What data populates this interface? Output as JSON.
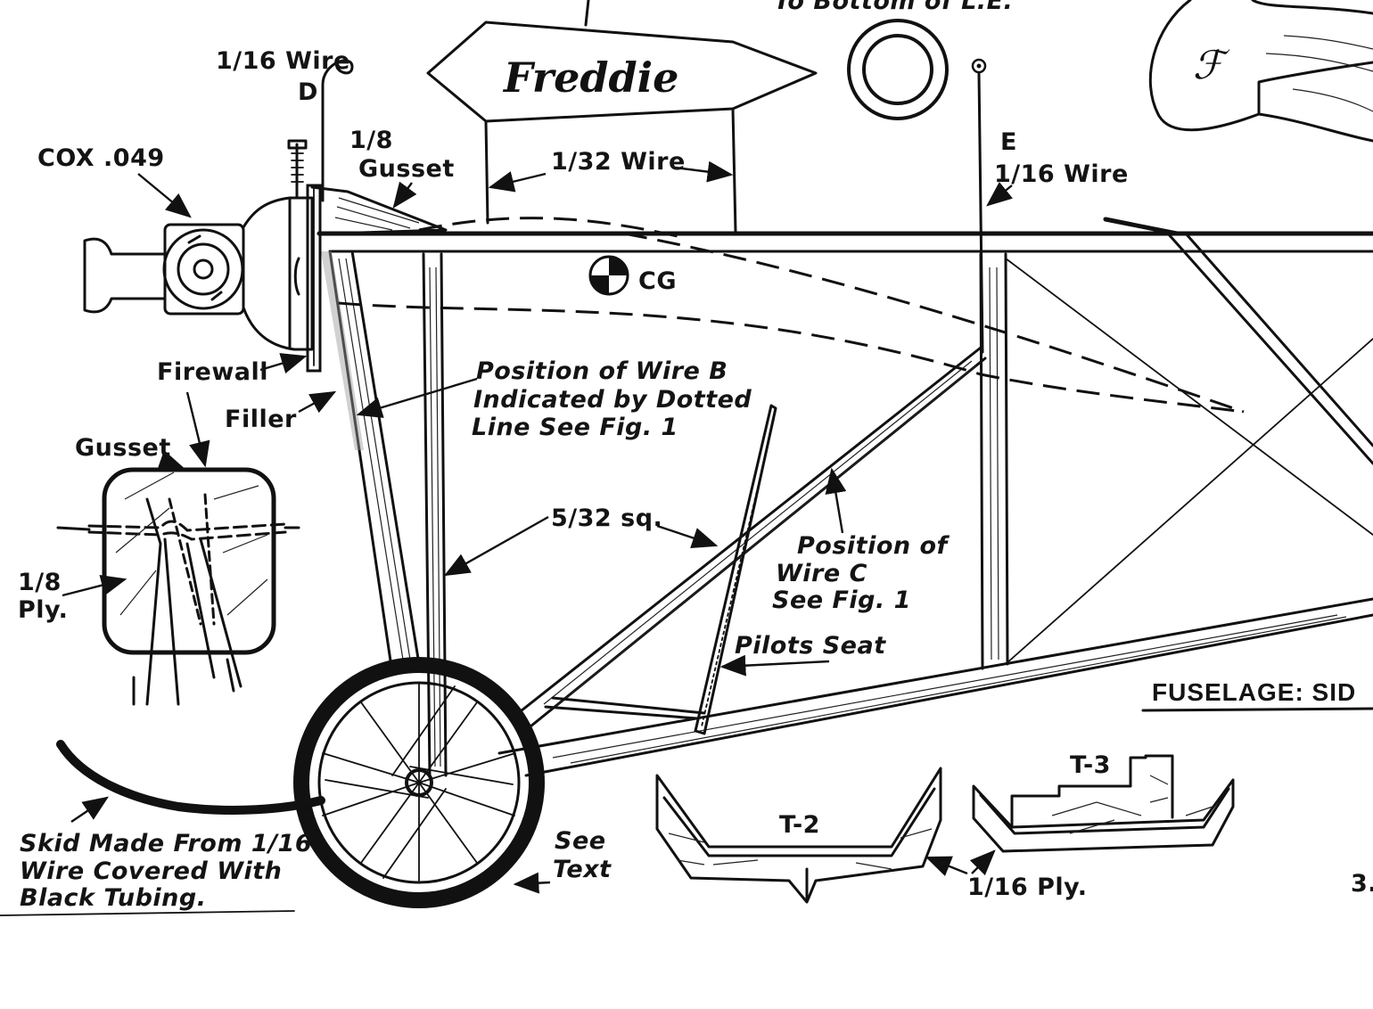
{
  "labels": {
    "top_cut": "To Bottom of L.E.",
    "cox": "COX .049",
    "wire_d_size": "1/16 Wire",
    "wire_d_letter": "D",
    "gusset_top_size": "1/8",
    "gusset_top_word": "Gusset",
    "wire_132": "1/32 Wire",
    "sign_text": "Freddie",
    "wire_e_letter": "E",
    "wire_e_size": "1/16 Wire",
    "cg": "CG",
    "firewall": "Firewall",
    "filler": "Filler",
    "wire_b_line1": "Position of Wire B",
    "wire_b_line2": "Indicated by Dotted",
    "wire_b_line3": "Line  See Fig. 1",
    "gusset_detail": "Gusset",
    "ply_18_line1": "1/8",
    "ply_18_line2": "Ply.",
    "sq_532": "5/32 sq.",
    "wire_c_line1": "Position of",
    "wire_c_line2": "Wire  C",
    "wire_c_line3": "See Fig. 1",
    "pilots_seat": "Pilots  Seat",
    "fuselage_title": "FUSELAGE: SID",
    "skid_line1": "Skid Made From 1/16",
    "skid_line2": "Wire Covered With",
    "skid_line3": "Black Tubing.",
    "see_text_line1": "See",
    "see_text_line2": "Text",
    "t2": "T-2",
    "t3": "T-3",
    "ply_116": "1/16 Ply.",
    "page_number": "3."
  }
}
